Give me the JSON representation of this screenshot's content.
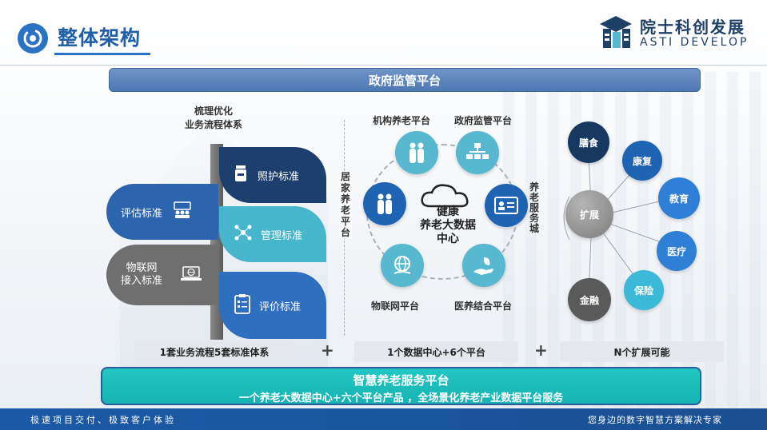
{
  "header": {
    "title": "整体架构",
    "brand_cn": "院士科创发展",
    "brand_en": "ASTI DEVELOP"
  },
  "top_bar": {
    "label": "政府监管平台"
  },
  "left": {
    "heading_line1": "梳理优化",
    "heading_line2": "业务流程体系",
    "standards": {
      "eval": "评估标准",
      "iot_line1": "物联网",
      "iot_line2": "接入标准",
      "care": "照护标准",
      "mgmt": "管理标准",
      "review": "评价标准"
    }
  },
  "vertical_labels": {
    "home_platform": "居家养老平台",
    "service_city": "养老服务城"
  },
  "middle": {
    "hub_line1": "健康",
    "hub_line2": "养老大数据",
    "hub_line3": "中心",
    "platforms": {
      "institution": "机构养老平台",
      "government": "政府监管平台",
      "iot": "物联网平台",
      "medical": "医养结合平台"
    }
  },
  "right": {
    "center": "扩展",
    "items": {
      "meals": "膳食",
      "rehab": "康复",
      "education": "教育",
      "medical": "医疗",
      "insurance": "保险",
      "finance": "金融"
    }
  },
  "summary": {
    "left": "1套业务流程5套标准体系",
    "middle": "1个数据中心+6个平台",
    "right": "N个扩展可能",
    "plus": "+"
  },
  "service": {
    "title": "智慧养老服务平台",
    "subtitle": "一个养老大数据中心+六个平台产品 ，全场景化养老产业数据平台服务"
  },
  "footer": {
    "left": "极速项目交付、极致客户体验",
    "right": "您身边的数字智慧方案解决专家"
  },
  "colors": {
    "primary": "#1f5fa8",
    "teal": "#1cbcbb",
    "dark_navy": "#1c3f6e",
    "light_blue": "#58b8cf"
  }
}
